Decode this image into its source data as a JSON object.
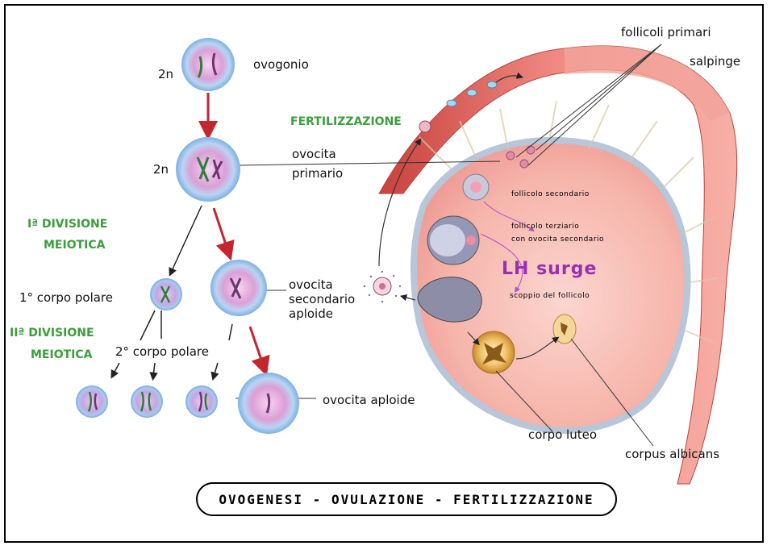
{
  "title": "OVOGENESI - OVULAZIONE - FERTILIZZAZIONE",
  "meiosis": {
    "ploidy_top": "2n",
    "ploidy_mid": "2n",
    "oogonium": "ovogonio",
    "primary_oocyte_line1": "ovocita",
    "primary_oocyte_line2": "primario",
    "first_division_line1": "Iª DIVISIONE",
    "first_division_line2": "MEIOTICA",
    "first_polar_body": "1° corpo polare",
    "secondary_oocyte_line1": "ovocita",
    "secondary_oocyte_line2": "secondario",
    "secondary_oocyte_line3": "aploide",
    "second_division_line1": "IIª DIVISIONE",
    "second_division_line2": "MEIOTICA",
    "second_polar_body": "2° corpo polare",
    "haploid_oocyte": "ovocita aploide"
  },
  "ovary": {
    "fertilization": "FERTILIZZAZIONE",
    "primary_follicles": "follicoli primari",
    "salpinge": "salpinge",
    "secondary_follicle": "follicolo secondario",
    "tertiary_follicle_line1": "follicolo terziario",
    "tertiary_follicle_line2": "con ovocita secondario",
    "lh_surge": "LH surge",
    "follicle_rupture": "scoppio del follicolo",
    "corpus_luteum": "corpo luteo",
    "corpus_albicans": "corpus   albicans"
  },
  "colors": {
    "cell_ring": "#9fc6ee",
    "cell_nucleus": "#c77dbf",
    "arrow_red": "#c4262e",
    "label_green": "#3a9e3a",
    "label_purple": "#9b2fb3",
    "ovary_pink": "#f6b8b0",
    "tube_red": "#e87670"
  }
}
